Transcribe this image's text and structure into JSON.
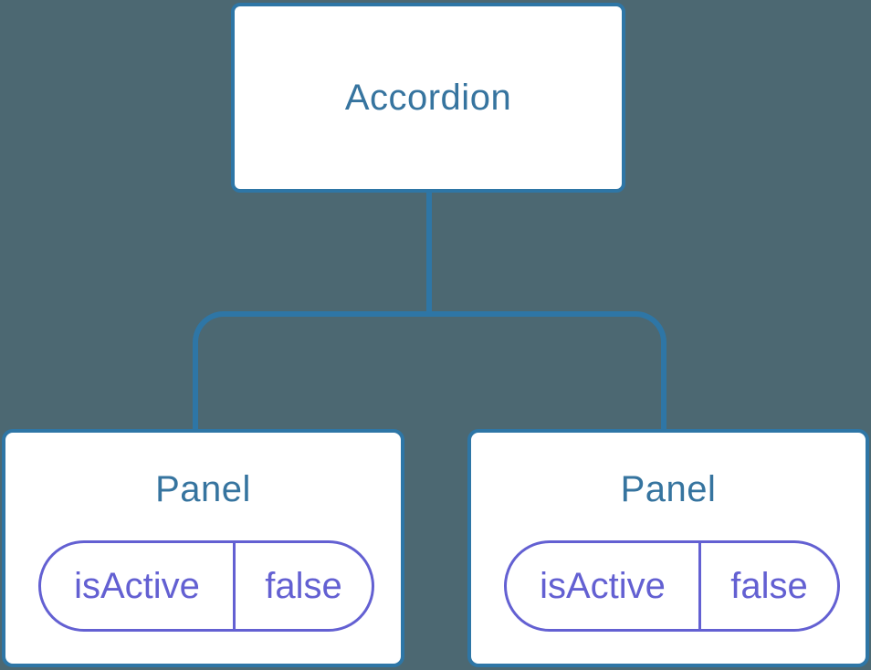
{
  "diagram": {
    "root": {
      "label": "Accordion"
    },
    "children": [
      {
        "label": "Panel",
        "state": {
          "key": "isActive",
          "value": "false"
        }
      },
      {
        "label": "Panel",
        "state": {
          "key": "isActive",
          "value": "false"
        }
      }
    ]
  },
  "colors": {
    "background": "#4C6872",
    "node_fill": "#FFFFFF",
    "node_border": "#2E76A6",
    "connector": "#2E76A6",
    "title_text": "#36749F",
    "state_accent": "#6360D2"
  }
}
